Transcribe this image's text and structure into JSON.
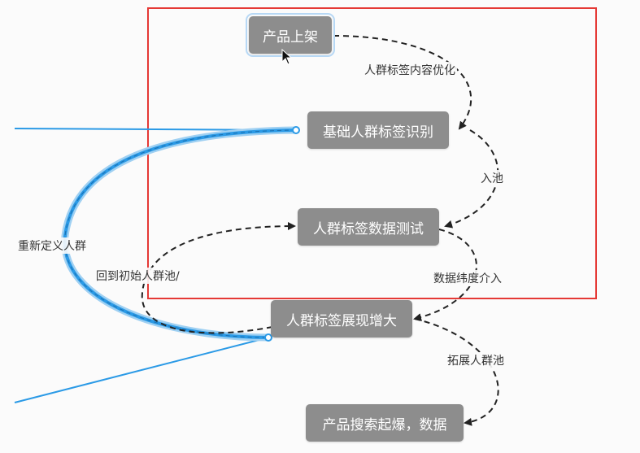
{
  "colors": {
    "highlight_box": "#e53935",
    "node_fill": "#8d8d8d",
    "node_text": "#ffffff",
    "blue_line": "#2b9ae6",
    "dashed_line": "#222222"
  },
  "nodes": {
    "product_launch": "产品上架",
    "basic_tag": "基础人群标签识别",
    "tag_data_test": "人群标签数据测试",
    "tag_expand": "人群标签展现增大",
    "product_search": "产品搜索起爆，数据"
  },
  "edge_labels": {
    "content_optimize": "人群标签内容优化",
    "into_pool": "入池",
    "data_dimension": "数据纬度介入",
    "expand_pool": "拓展人群池",
    "back_to_pool": "回到初始人群池/",
    "redefine": "重新定义人群"
  },
  "icons": {
    "cursor": "cursor-arrow-icon"
  }
}
